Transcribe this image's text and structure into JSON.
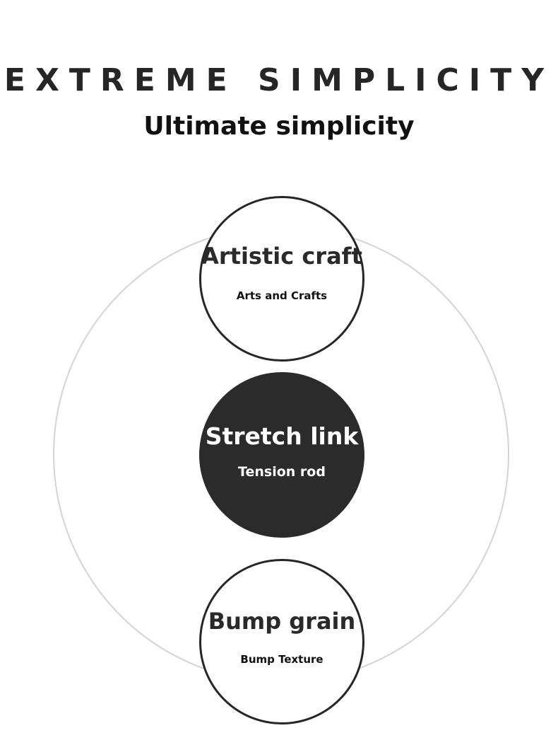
{
  "header": {
    "headline": "EXTREME SIMPLICITY",
    "subheadline": "Ultimate simplicity"
  },
  "nodes": [
    {
      "title": "Artistic craft",
      "caption": "Arts and Crafts"
    },
    {
      "title": "Stretch link",
      "caption": "Tension rod"
    },
    {
      "title": "Bump grain",
      "caption": "Bump Texture"
    }
  ],
  "colors": {
    "dark": "#2b2b2b",
    "ring": "#d4d4d4",
    "background": "#ffffff"
  }
}
